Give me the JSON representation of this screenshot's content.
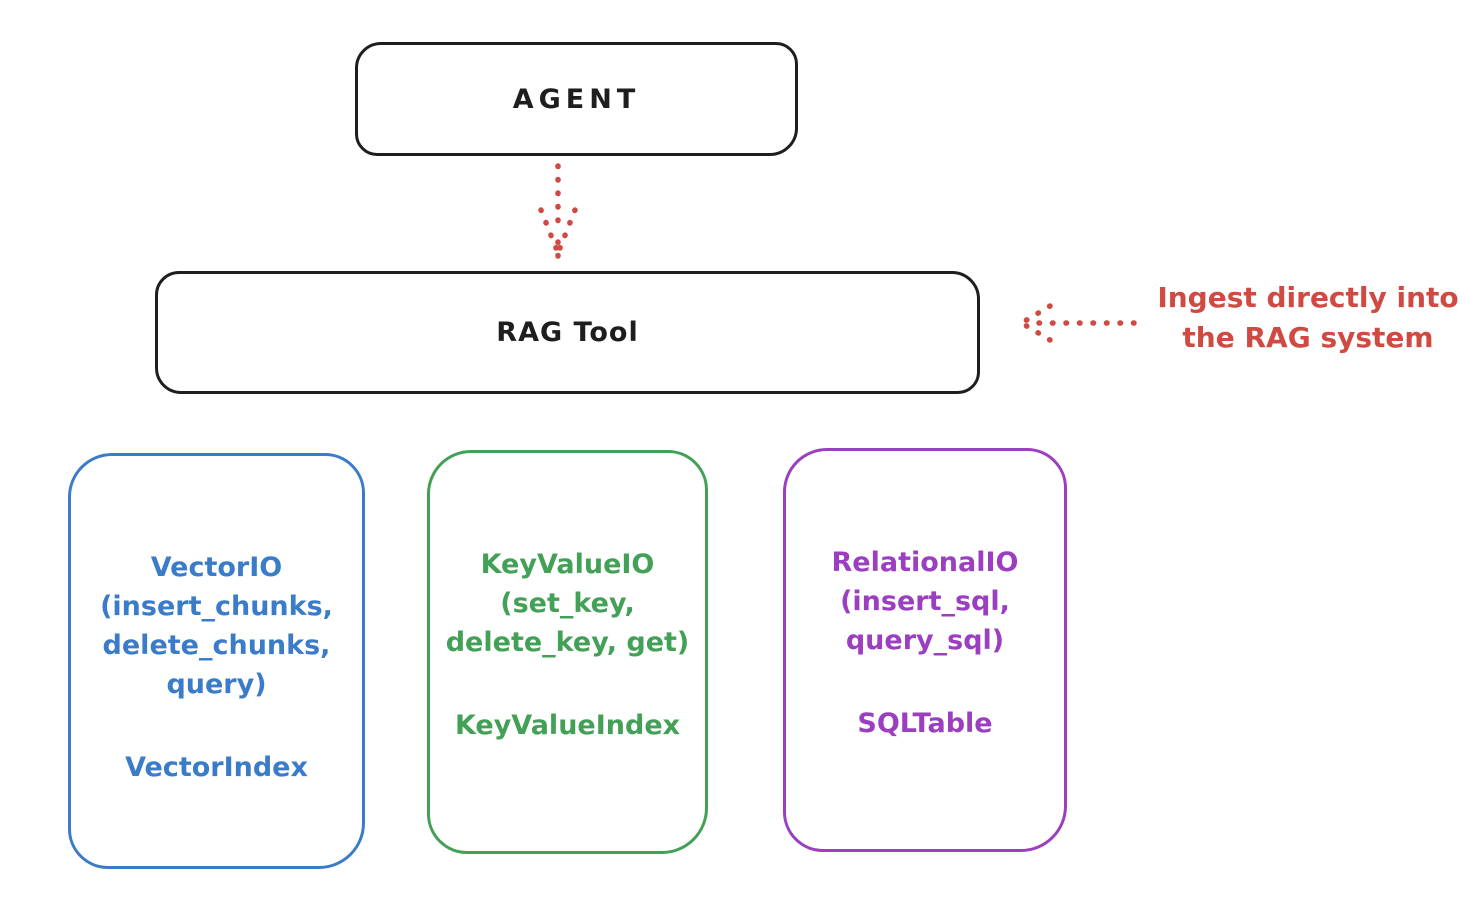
{
  "colors": {
    "ink": "#1e1e1e",
    "red": "#cf4a42",
    "blue": "#3b7cc9",
    "green": "#43a057",
    "purple": "#9b3fc0",
    "background": "#ffffff"
  },
  "agent": {
    "label": "AGENT"
  },
  "rag_tool": {
    "label": "RAG Tool"
  },
  "annotation": {
    "text": "Ingest directly into\nthe RAG system"
  },
  "backends": [
    {
      "name": "vector-io",
      "io_label": "VectorIO\n(insert_chunks,\ndelete_chunks,\nquery)",
      "index_label": "VectorIndex",
      "color": "#3b7cc9"
    },
    {
      "name": "key-value-io",
      "io_label": "KeyValueIO\n(set_key,\ndelete_key, get)",
      "index_label": "KeyValueIndex",
      "color": "#43a057"
    },
    {
      "name": "relational-io",
      "io_label": "RelationalIO\n(insert_sql,\nquery_sql)",
      "index_label": "SQLTable",
      "color": "#9b3fc0"
    }
  ]
}
